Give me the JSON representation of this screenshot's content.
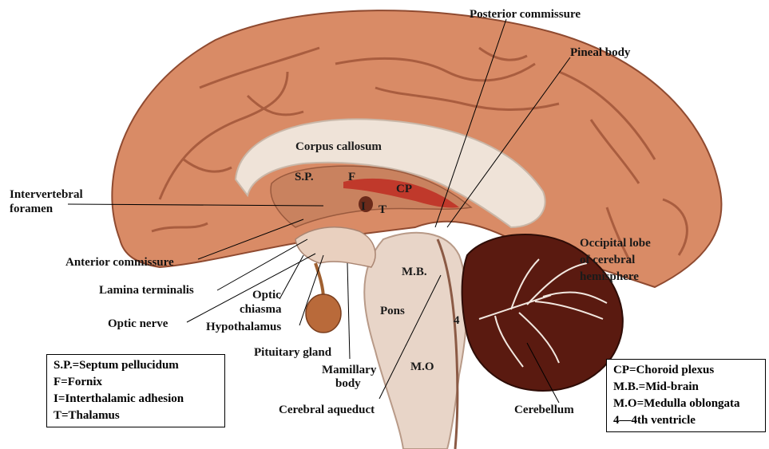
{
  "labels": {
    "posterior_commissure": "Posterior commissure",
    "pineal_body": "Pineal body",
    "corpus_callosum": "Corpus callosum",
    "sp": "S.P.",
    "f": "F",
    "cp": "CP",
    "i": "I",
    "t": "T",
    "intervertebral_foramen_1": "Intervertebral",
    "intervertebral_foramen_2": "foramen",
    "occipital_1": "Occipital lobe",
    "occipital_2": "of cerebral",
    "occipital_3": "hemisphere",
    "anterior_commissure": "Anterior commissure",
    "lamina_terminalis": "Lamina terminalis",
    "mb": "M.B.",
    "optic_chiasma_1": "Optic",
    "optic_chiasma_2": "chiasma",
    "optic_nerve": "Optic nerve",
    "hypothalamus": "Hypothalamus",
    "pons": "Pons",
    "four": "4",
    "pituitary_gland": "Pituitary gland",
    "mamillary_1": "Mamillary",
    "mamillary_2": "body",
    "mo": "M.O",
    "cerebral_aqueduct": "Cerebral aqueduct",
    "cerebellum": "Cerebellum"
  },
  "legend_left": [
    "S.P.=Septum pellucidum",
    "F=Fornix",
    "I=Interthalamic adhesion",
    "T=Thalamus"
  ],
  "legend_right": [
    "CP=Choroid plexus",
    "M.B.=Mid-brain",
    "M.O=Medulla oblongata",
    "4—4th ventricle"
  ],
  "colors": {
    "cortex": "#d98b66",
    "cortex_dark": "#a8573a",
    "callosum": "#efe3d8",
    "brainstem": "#e8d5c8",
    "cerebellum": "#5a1a10",
    "choroid": "#c0392b"
  }
}
